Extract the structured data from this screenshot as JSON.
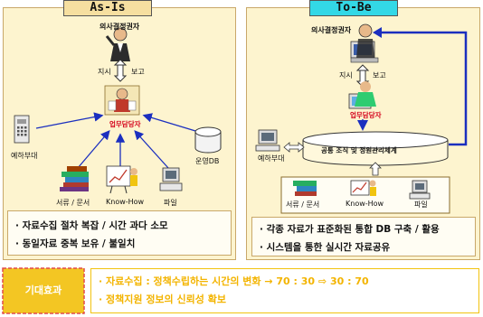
{
  "as_is": {
    "title": "As-Is",
    "decision_maker": "의사결정권자",
    "instruct": "지시",
    "report": "보고",
    "officer": "업무담당자",
    "dept": "예하부대",
    "docs": "서류 / 문서",
    "knowhow": "Know-How",
    "file": "파일",
    "opdb": "운영DB",
    "bullets": [
      "· 자료수집 절차 복잡 / 시간 과다 소모",
      "· 동일자료 중복 보유 / 불일치"
    ]
  },
  "to_be": {
    "title": "To-Be",
    "decision_maker": "의사결정권자",
    "instruct": "지시",
    "report": "보고",
    "officer": "업무담당자",
    "dept": "예하부대",
    "system": "공통 조직 및 정원관리체계",
    "docs": "서류 / 문서",
    "knowhow": "Know-How",
    "file": "파일",
    "bullets": [
      "· 각종 자료가 표준화된 통합 DB 구축 / 활용",
      "· 시스템을 통한 실시간 자료공유"
    ]
  },
  "effect": {
    "label": "기대효과",
    "lines": [
      "· 자료수집 : 정책수립하는 시간의 변화 → 70 : 30 ⇨ 30 : 70",
      "· 정책지원 정보의 신뢰성 확보"
    ]
  },
  "colors": {
    "panel_bg": "#fdf4cf",
    "panel_border": "#c9a86a",
    "header_as_is": "#f6dfa0",
    "header_to_be": "#33d8e6",
    "officer_text": "#1b35c9",
    "effect_yellow": "#f3b400"
  }
}
